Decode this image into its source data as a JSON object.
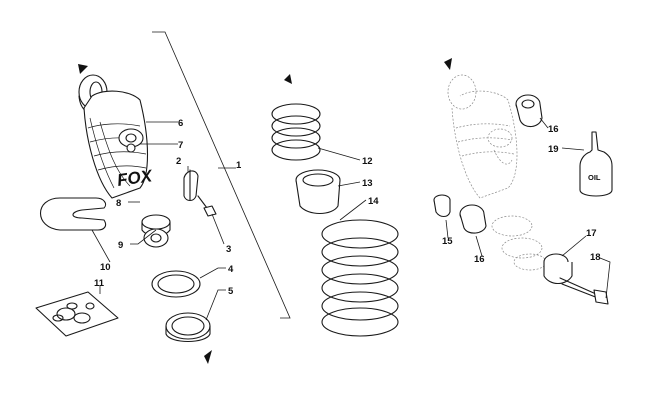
{
  "brand_logo": "FOX",
  "oil_label": "OIL",
  "callouts": {
    "c1": "1",
    "c2": "2",
    "c3": "3",
    "c4": "4",
    "c5": "5",
    "c6": "6",
    "c7": "7",
    "c8": "8",
    "c9": "9",
    "c10": "10",
    "c11": "11",
    "c12": "12",
    "c13": "13",
    "c14": "14",
    "c15": "15",
    "c16a": "16",
    "c16b": "16",
    "c17": "17",
    "c18": "18",
    "c19": "19"
  },
  "colors": {
    "line": "#1a1a1a",
    "ghost": "#8a8a8a",
    "background": "#ffffff"
  }
}
